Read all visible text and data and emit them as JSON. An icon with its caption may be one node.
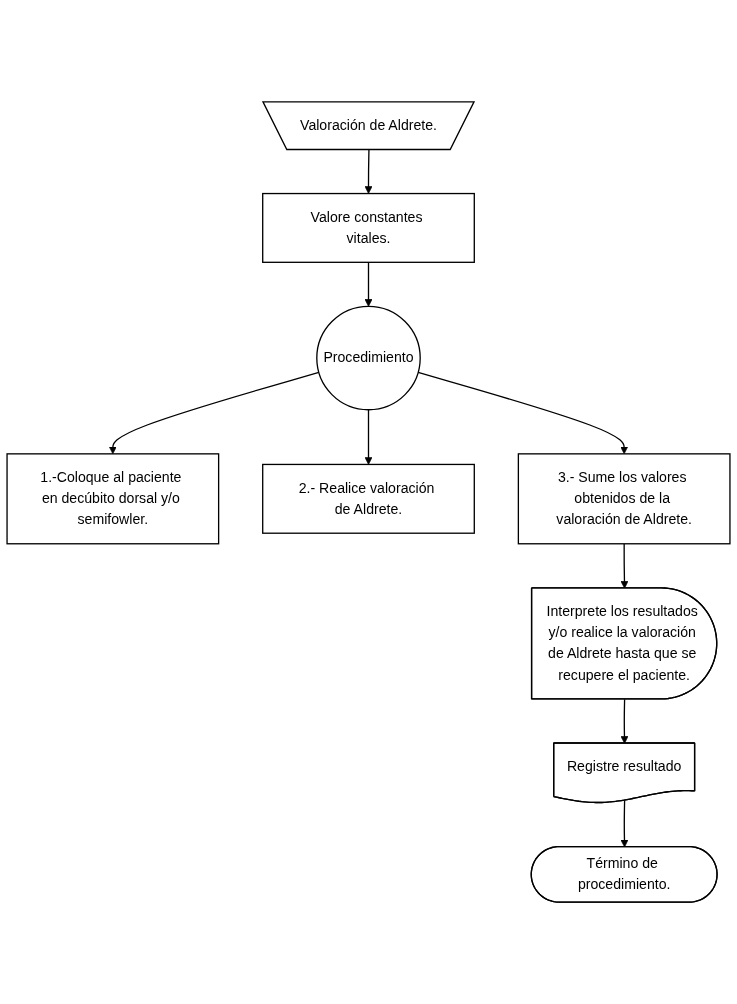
{
  "diagram": {
    "nodes": [
      {
        "text": [
          "Valoración de Aldrete."
        ]
      },
      {
        "text": [
          "Valore constantes vitales."
        ]
      },
      {
        "text": [
          "Procedimiento"
        ]
      },
      {
        "text": [
          "1.-Coloque al paciente en decúbito dorsal y/o semifowler."
        ]
      },
      {
        "text": [
          "2.- Realice valoración de Aldrete."
        ]
      },
      {
        "text": [
          "3.- Sume los valores obtenidos de la valoración de Aldrete."
        ]
      },
      {
        "text": [
          "Interprete los resultados y/o realice la valoración de Aldrete hasta que se recupere el paciente."
        ]
      },
      {
        "text": [
          "Registre resultado"
        ]
      },
      {
        "text": [
          "Término de procedimiento."
        ]
      }
    ],
    "edges": [
      {
        "from": 0,
        "to": 1,
        "arrow": "to"
      },
      {
        "from": 1,
        "to": 2,
        "arrow": "to"
      },
      {
        "from": 2,
        "to": 3,
        "arrow": "to"
      },
      {
        "from": 2,
        "to": 4,
        "arrow": "to"
      },
      {
        "from": 2,
        "to": 5,
        "arrow": "to"
      },
      {
        "from": 5,
        "to": 6,
        "arrow": "to"
      },
      {
        "from": 6,
        "to": 7,
        "arrow": "to"
      },
      {
        "from": 7,
        "to": 8,
        "arrow": "to"
      }
    ]
  }
}
